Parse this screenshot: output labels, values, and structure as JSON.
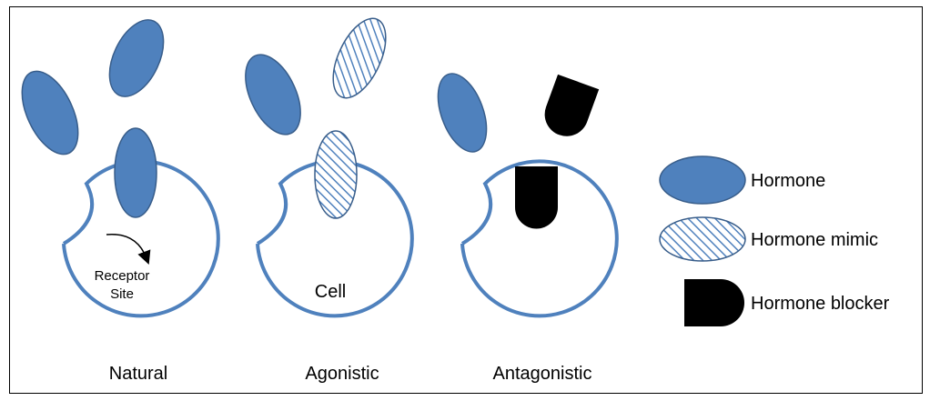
{
  "colors": {
    "hormone_fill": "#4f81bd",
    "hormone_stroke": "#385d8a",
    "cell_stroke": "#4f81bd",
    "blocker_fill": "#000000",
    "hatch": "#4f81bd"
  },
  "panels": [
    {
      "caption": "Natural",
      "inner_label_line1": "Receptor",
      "inner_label_line2": "Site"
    },
    {
      "caption": "Agonistic",
      "inner_label": "Cell"
    },
    {
      "caption": "Antagonistic"
    }
  ],
  "legend": {
    "hormone": "Hormone",
    "mimic": "Hormone mimic",
    "blocker": "Hormone blocker"
  }
}
